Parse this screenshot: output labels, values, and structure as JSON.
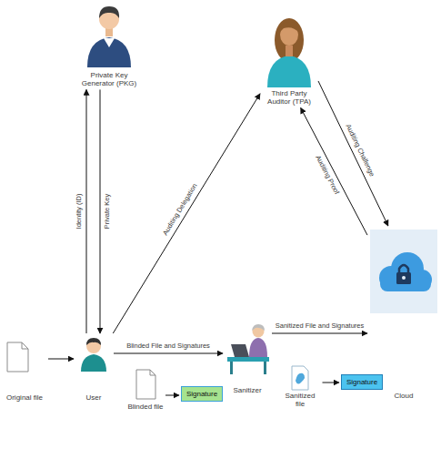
{
  "diagram": {
    "nodes": [
      {
        "text": [
          "Private Key Generator (PKG)"
        ]
      },
      {
        "text": [
          "Third Party Auditor (TPA)"
        ]
      },
      {
        "text": [
          "Cloud"
        ]
      },
      {
        "text": [
          "Original file"
        ]
      },
      {
        "text": [
          "User"
        ]
      },
      {
        "text": [
          "Sanitizer"
        ]
      },
      {
        "text": [
          "Blinded file"
        ]
      },
      {
        "text": [
          "Signature"
        ]
      },
      {
        "text": [
          "Sanitized file"
        ]
      },
      {
        "text": [
          "Signature"
        ]
      }
    ],
    "edges": [
      {
        "from": 4,
        "to": 0,
        "label": "Identity (ID)",
        "arrow": "to"
      },
      {
        "from": 0,
        "to": 4,
        "label": "Private Key",
        "arrow": "to"
      },
      {
        "from": 4,
        "to": 1,
        "label": "Auditing Delegation",
        "arrow": "to"
      },
      {
        "from": 1,
        "to": 2,
        "label": "Auditing Challenge",
        "arrow": "to"
      },
      {
        "from": 2,
        "to": 1,
        "label": "Auditing Proof",
        "arrow": "to"
      },
      {
        "from": 3,
        "to": 4,
        "arrow": "to"
      },
      {
        "from": 4,
        "to": 5,
        "label": "Blinded File and Signatures",
        "arrow": "to"
      },
      {
        "from": 5,
        "to": 2,
        "label": "Sanitized File and Signatures",
        "arrow": "to"
      },
      {
        "from": 6,
        "to": 7,
        "arrow": "to"
      },
      {
        "from": 8,
        "to": 9,
        "arrow": "to"
      }
    ]
  }
}
